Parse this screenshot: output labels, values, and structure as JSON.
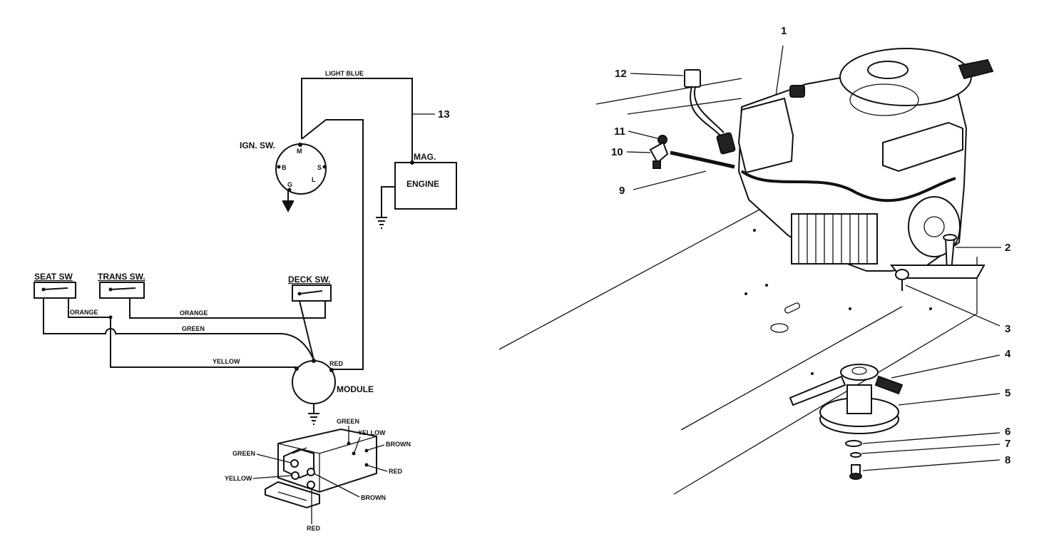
{
  "schematic": {
    "wire_light_blue": "LIGHT BLUE",
    "callout_13": "13",
    "ign_sw": "IGN. SW.",
    "ign_m": "M",
    "ign_b": "B",
    "ign_s": "S",
    "ign_g": "G",
    "ign_l": "L",
    "mag": "MAG.",
    "engine": "ENGINE",
    "seat_sw": "SEAT SW",
    "trans_sw": "TRANS SW.",
    "deck_sw": "DECK SW.",
    "wire_orange_1": "ORANGE",
    "wire_orange_2": "ORANGE",
    "wire_green": "GREEN",
    "wire_yellow": "YELLOW",
    "wire_red": "RED",
    "module": "MODULE"
  },
  "connector": {
    "green_top": "GREEN",
    "yellow_top": "YELLOW",
    "brown_right": "BROWN",
    "green_left": "GREEN",
    "red_right": "RED",
    "yellow_left": "YELLOW",
    "brown_bottom": "BROWN",
    "red_bottom": "RED"
  },
  "callouts": {
    "c1": "1",
    "c2": "2",
    "c3": "3",
    "c4": "4",
    "c5": "5",
    "c6": "6",
    "c7": "7",
    "c8": "8",
    "c9": "9",
    "c10": "10",
    "c11": "11",
    "c12": "12"
  }
}
